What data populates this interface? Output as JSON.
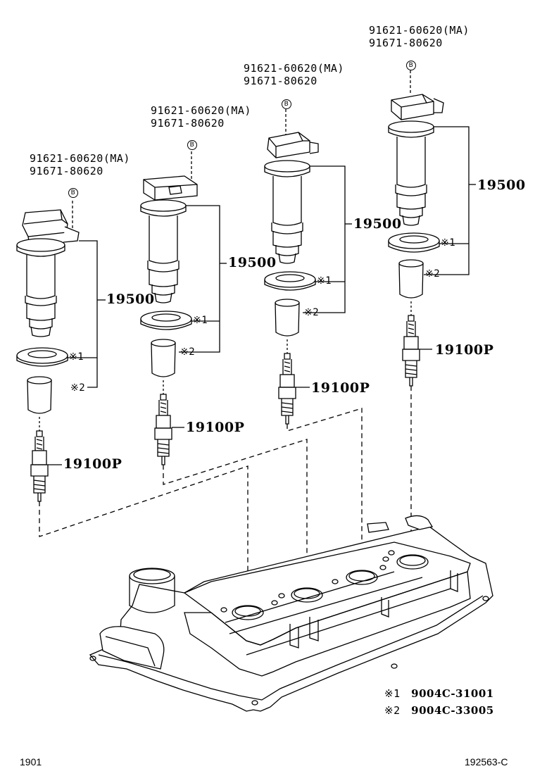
{
  "parts": {
    "bolt_ma": "91621-60620(MA)",
    "bolt_alt": "91671-80620",
    "coil": "19500",
    "plug": "19100P",
    "bolt_marker": "B"
  },
  "refs": {
    "mark1": "※1",
    "mark2": "※2"
  },
  "legend": {
    "item1_mark": "※1",
    "item1_part": "9004C-31001",
    "item2_mark": "※2",
    "item2_part": "9004C-33005"
  },
  "footer": {
    "left_code": "1901",
    "right_code": "192563-C"
  }
}
